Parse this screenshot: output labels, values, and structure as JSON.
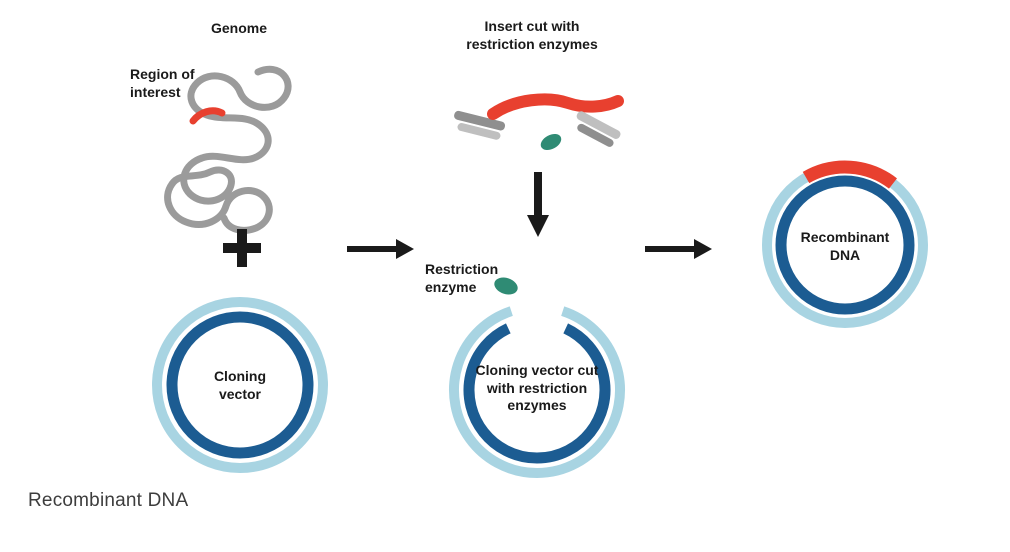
{
  "diagram": {
    "caption": "Recombinant DNA",
    "labels": {
      "genome": "Genome",
      "region_of_interest": "Region of interest",
      "insert_cut": "Insert cut with restriction enzymes",
      "restriction_enzyme": "Restriction enzyme",
      "cloning_vector": "Cloning vector",
      "cloning_vector_cut": "Cloning vector cut with restriction enzymes",
      "recombinant_dna": "Recombinant DNA"
    },
    "colors": {
      "genome_gray": "#9b9b9b",
      "fragment_gray_dark": "#8f8f8f",
      "fragment_gray_light": "#bfbfbf",
      "insert_red": "#e8402f",
      "vector_outer_light_blue": "#a8d4e2",
      "vector_inner_dark_blue": "#1c5c92",
      "enzyme_green": "#2f8b74",
      "arrow_black": "#1a1a1a",
      "label_text": "#1a1a1a",
      "caption_text": "#3d3d3d"
    },
    "icons": {
      "plus": "plus-icon",
      "arrow_right": "arrow-right-icon",
      "arrow_down": "arrow-down-icon",
      "enzyme_blob": "restriction-enzyme-icon"
    }
  }
}
